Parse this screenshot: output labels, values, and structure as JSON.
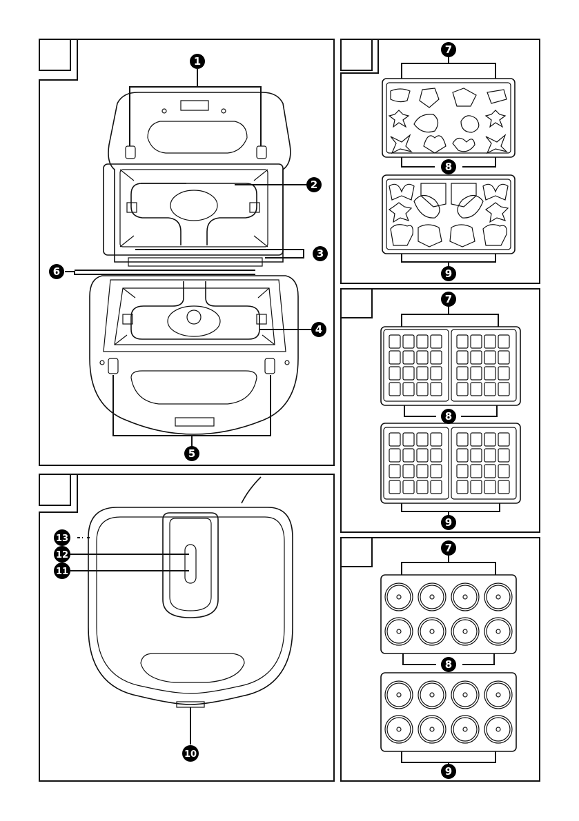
{
  "labels": {
    "l1": "1",
    "l2": "2",
    "l3": "3",
    "l4": "4",
    "l5": "5",
    "l6": "6",
    "l7a": "7",
    "l8a": "8",
    "l9a": "9",
    "l7b": "7",
    "l8b": "8",
    "l9b": "9",
    "l7c": "7",
    "l8c": "8",
    "l9c": "9",
    "l10": "10",
    "l11": "11",
    "l12": "12",
    "l13": "13"
  }
}
